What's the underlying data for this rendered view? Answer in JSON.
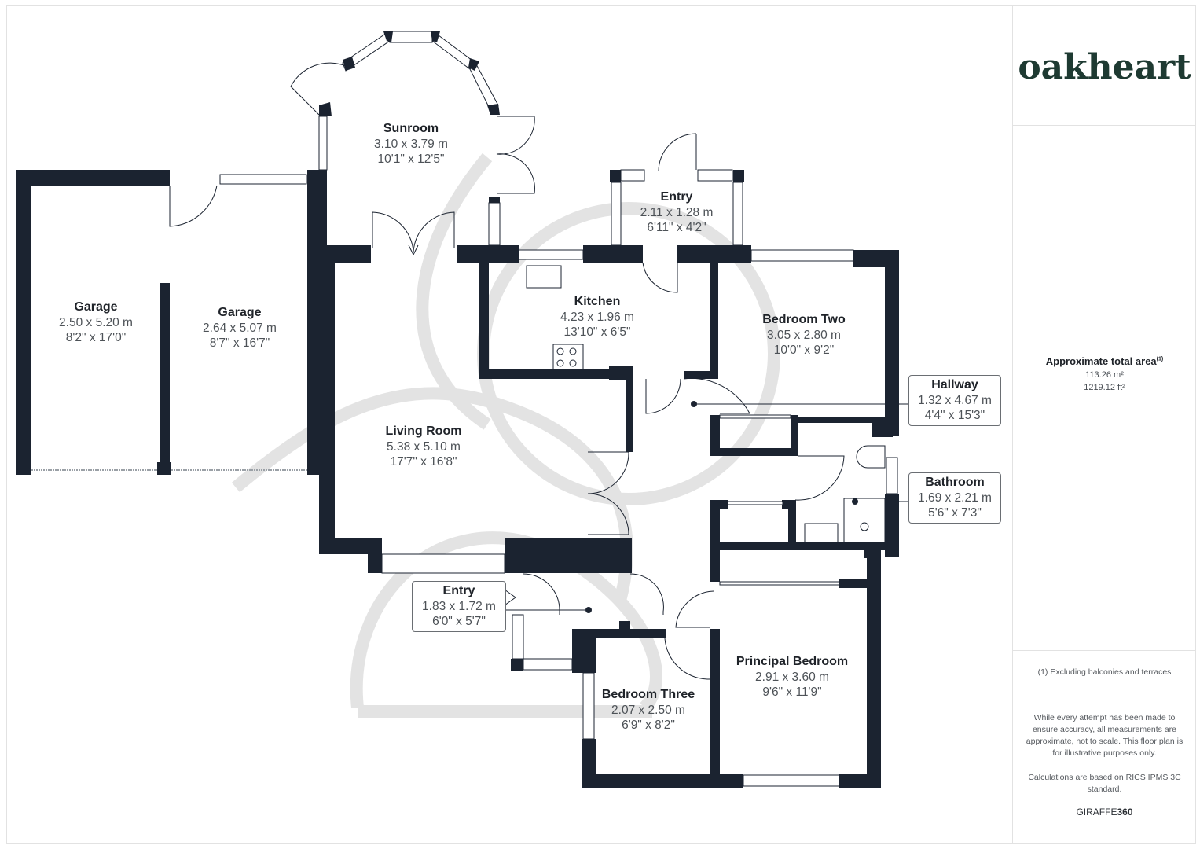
{
  "brand": {
    "logo": "oakheart"
  },
  "summary": {
    "title": "Approximate total area",
    "title_footnote": "(1)",
    "area_m2": "113.26 m²",
    "area_ft2": "1219.12 ft²"
  },
  "footnote": "(1) Excluding balconies and terraces",
  "disclaimer": "While every attempt has been made to ensure accuracy, all measurements are approximate, not to scale. This floor plan is for illustrative purposes only.",
  "calculation_note": "Calculations are based on RICS IPMS 3C standard.",
  "provider": {
    "prefix": "GIRAFFE",
    "suffix": "360"
  },
  "colors": {
    "wall": "#1b2330",
    "logo": "#1e3a32",
    "watermark": "#e3e3e3"
  },
  "rooms": [
    {
      "name": "Sunroom",
      "metric": "3.10 x 3.79 m",
      "imperial": "10'1\" x 12'5\""
    },
    {
      "name": "Garage",
      "metric": "2.50 x 5.20 m",
      "imperial": "8'2\" x 17'0\""
    },
    {
      "name": "Garage",
      "metric": "2.64 x 5.07 m",
      "imperial": "8'7\" x 16'7\""
    },
    {
      "name": "Entry",
      "metric": "2.11 x 1.28 m",
      "imperial": "6'11\" x 4'2\""
    },
    {
      "name": "Kitchen",
      "metric": "4.23 x 1.96 m",
      "imperial": "13'10\" x 6'5\""
    },
    {
      "name": "Bedroom Two",
      "metric": "3.05 x 2.80 m",
      "imperial": "10'0\" x 9'2\""
    },
    {
      "name": "Living Room",
      "metric": "5.38 x 5.10 m",
      "imperial": "17'7\" x 16'8\""
    },
    {
      "name": "Hallway",
      "metric": "1.32 x 4.67 m",
      "imperial": "4'4\" x 15'3\""
    },
    {
      "name": "Bathroom",
      "metric": "1.69 x 2.21 m",
      "imperial": "5'6\" x 7'3\""
    },
    {
      "name": "Entry",
      "metric": "1.83 x 1.72 m",
      "imperial": "6'0\" x 5'7\""
    },
    {
      "name": "Principal Bedroom",
      "metric": "2.91 x 3.60 m",
      "imperial": "9'6\" x 11'9\""
    },
    {
      "name": "Bedroom Three",
      "metric": "2.07 x 2.50 m",
      "imperial": "6'9\" x 8'2\""
    }
  ]
}
